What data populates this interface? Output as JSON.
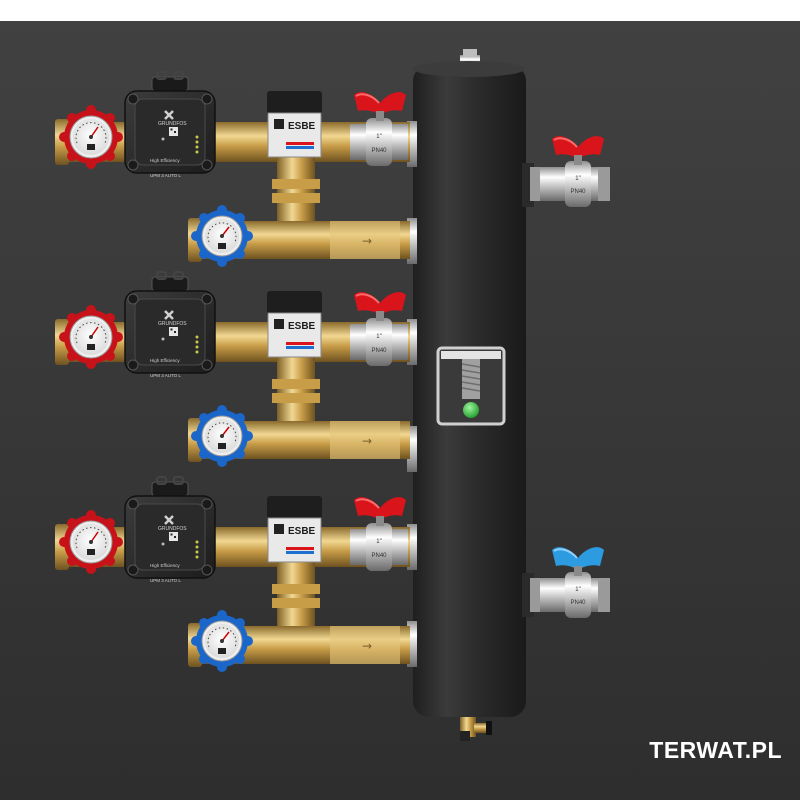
{
  "brand": {
    "watermark": "TERWAT.PL"
  },
  "labels": {
    "pump_brand": "GRUNDFOS",
    "pump_efficiency": "High Efficiency",
    "pump_model": "UPM 3 AUTO L",
    "mixing_valve_brand": "ESBE",
    "ball_valve_size": "1\"",
    "ball_valve_pressure": "PN40"
  },
  "colors": {
    "background": "#3a3a3a",
    "separator_body": "#2b2b2b",
    "brass": "#d6b467",
    "chrome": "#d9d9d9",
    "supply_red": "#d9141b",
    "return_blue": "#1e6fd0",
    "status_green": "#36c23e"
  },
  "icons": {
    "pump_logo": "grundfos-x-icon",
    "flow_arrow": "arrow-right-icon",
    "status_led": "green-dot-icon"
  }
}
